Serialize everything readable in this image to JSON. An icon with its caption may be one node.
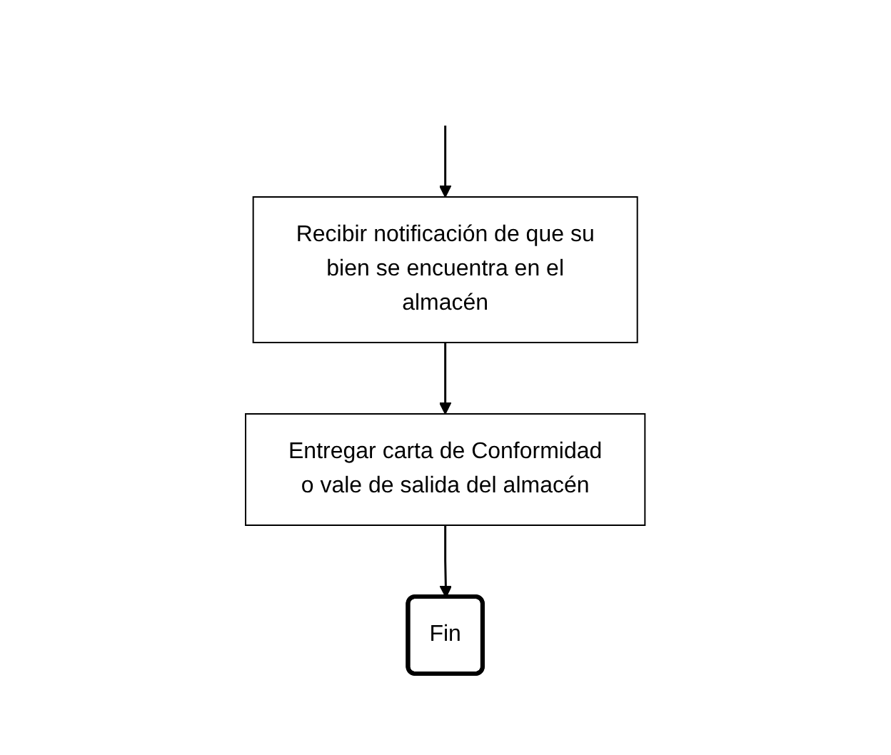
{
  "diagram": {
    "nodes": [
      {
        "text": [
          "Recibir notificación de que su bien se encuentra en el almacén"
        ]
      },
      {
        "text": [
          "Entregar carta de Conformidad o vale de salida del almacén"
        ]
      },
      {
        "text": [
          "Fin"
        ]
      }
    ],
    "edges": [
      {
        "from": null,
        "to": 0,
        "arrow": "to"
      },
      {
        "from": 0,
        "to": 1,
        "arrow": "to"
      },
      {
        "from": 1,
        "to": 2,
        "arrow": "to"
      }
    ]
  }
}
